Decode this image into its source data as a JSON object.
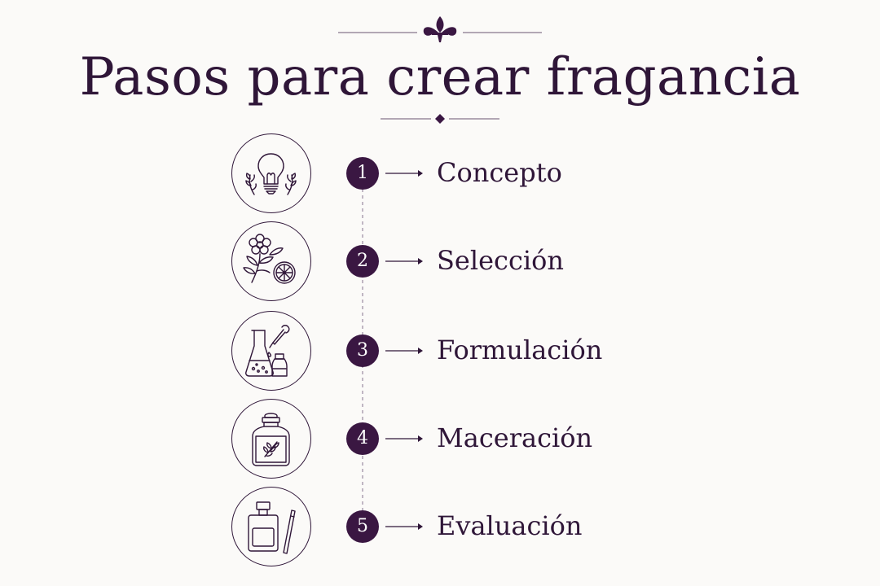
{
  "title": "Pasos para crear fragancia",
  "colors": {
    "primary": "#3a1742",
    "text": "#2f1638",
    "background": "#fbfaf8"
  },
  "steps": [
    {
      "number": "1",
      "label": "Concepto",
      "icon": "lightbulb-with-laurel-icon"
    },
    {
      "number": "2",
      "label": "Selección",
      "icon": "flower-and-citrus-icon"
    },
    {
      "number": "3",
      "label": "Formulación",
      "icon": "flask-and-dropper-icon"
    },
    {
      "number": "4",
      "label": "Maceración",
      "icon": "apothecary-jar-icon"
    },
    {
      "number": "5",
      "label": "Evaluación",
      "icon": "perfume-bottle-and-blotter-icon"
    }
  ]
}
